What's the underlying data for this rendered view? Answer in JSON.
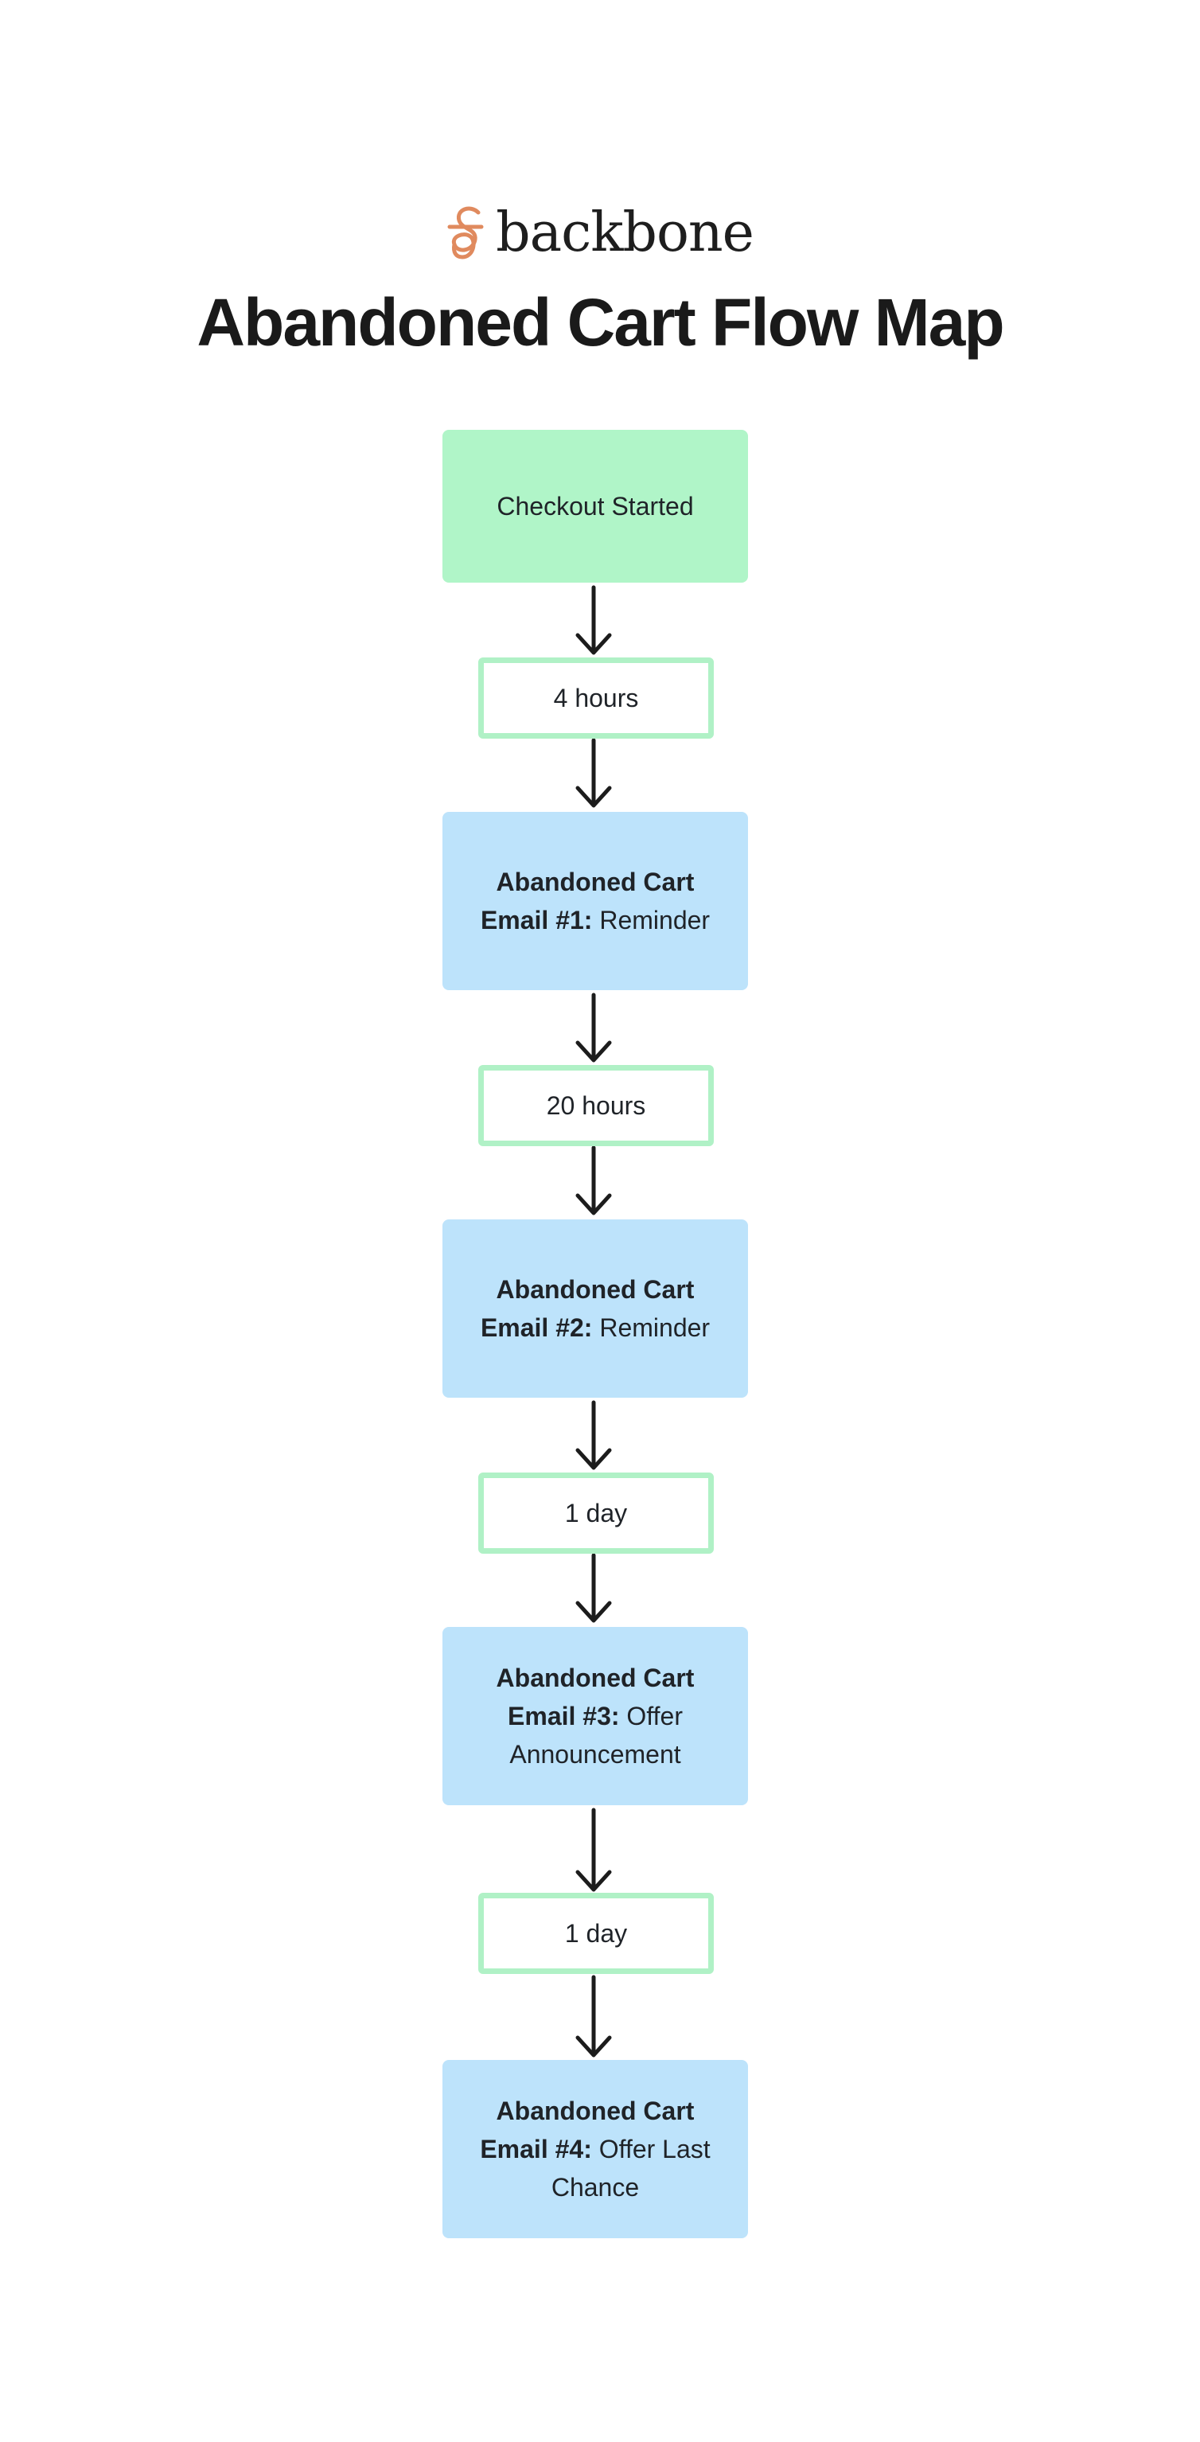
{
  "brand": {
    "name": "backbone",
    "mark_color": "#e08a5e"
  },
  "title": "Abandoned Cart Flow Map",
  "flow": {
    "trigger": {
      "label": "Checkout Started",
      "color": "#b0f5c8"
    },
    "delays": [
      {
        "label": "4 hours"
      },
      {
        "label": "20 hours"
      },
      {
        "label": "1 day"
      },
      {
        "label": "1 day"
      }
    ],
    "emails": [
      {
        "bold_line1": "Abandoned Cart",
        "bold_line2": "Email #1:",
        "text": " Reminder"
      },
      {
        "bold_line1": "Abandoned Cart",
        "bold_line2": "Email #2:",
        "text": " Reminder"
      },
      {
        "bold_line1": "Abandoned Cart",
        "bold_line2": "Email #3:",
        "text": " Offer Announcement"
      },
      {
        "bold_line1": "Abandoned Cart",
        "bold_line2": "Email #4:",
        "text": " Offer Last Chance"
      }
    ],
    "email_color": "#bde3fb",
    "delay_border_color": "#b0f1c6",
    "arrow_color": "#1c1c1c"
  }
}
